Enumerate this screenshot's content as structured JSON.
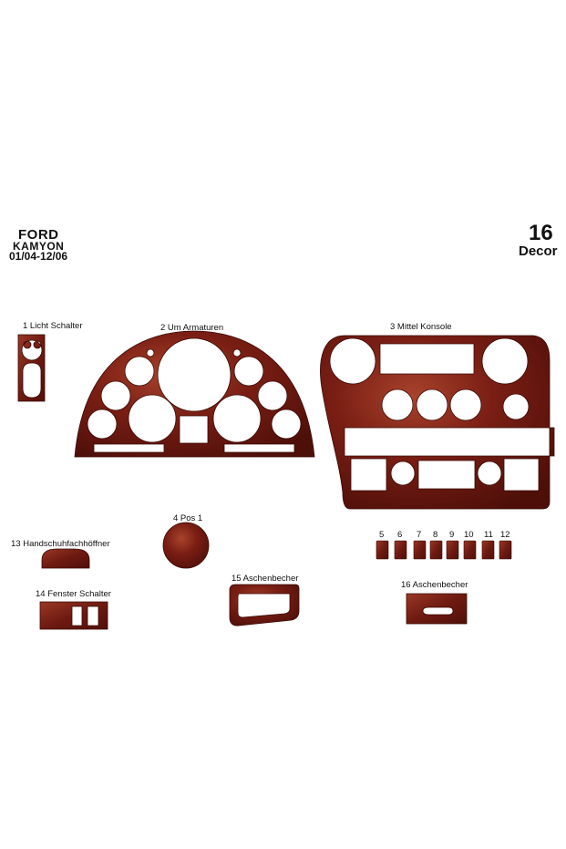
{
  "header": {
    "brand": "FORD",
    "model": "KAMYON",
    "years": "01/04-12/06",
    "piece_count": "16",
    "kit_type": "Decor"
  },
  "parts": [
    {
      "number": "1",
      "label": "1 Licht Schalter"
    },
    {
      "number": "2",
      "label": "2  Um Armaturen"
    },
    {
      "number": "3",
      "label": "3  Mittel Konsole"
    },
    {
      "number": "4",
      "label": "4  Pos 1"
    },
    {
      "number": "5",
      "label": "5"
    },
    {
      "number": "6",
      "label": "6"
    },
    {
      "number": "7",
      "label": "7"
    },
    {
      "number": "8",
      "label": "8"
    },
    {
      "number": "9",
      "label": "9"
    },
    {
      "number": "10",
      "label": "10"
    },
    {
      "number": "11",
      "label": "11"
    },
    {
      "number": "12",
      "label": "12"
    },
    {
      "number": "13",
      "label": "13  Handschuhfachhöffner"
    },
    {
      "number": "14",
      "label": "14  Fenster Schalter"
    },
    {
      "number": "15",
      "label": "15  Aschenbecher"
    },
    {
      "number": "16",
      "label": "16  Aschenbecher"
    }
  ],
  "colors": {
    "wood": "#7a1e14",
    "wood_dark": "#4e0f09",
    "wood_light": "#a8432c",
    "background": "#ffffff"
  }
}
